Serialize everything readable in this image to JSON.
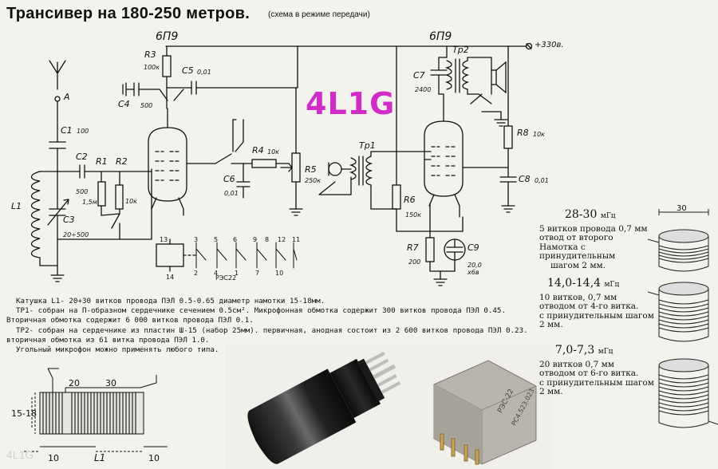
{
  "header": {
    "title": "Трансивер на 180-250 метров.",
    "subtitle": "(схема в режиме передачи)"
  },
  "watermark": "4L1G",
  "corner_mark": "4L1G",
  "schematic": {
    "tube1": "6П9",
    "tube2": "6П9",
    "supply": "+330в.",
    "antenna": "A",
    "C1": "C1",
    "C1_val": "100",
    "C2": "C2",
    "C2_val": "500",
    "C3": "C3",
    "C3_val": "20÷500",
    "L1": "L1",
    "R1": "R1",
    "R1_val": "1,5м",
    "R2": "R2",
    "R2_val": "10к",
    "R3": "R3",
    "R3_val": "100к",
    "C4": "C4",
    "C4_val": "500",
    "C5": "C5",
    "C5_val": "0,01",
    "C6": "C6",
    "C6_val": "0,01",
    "R4": "R4",
    "R4_val": "10к",
    "R5": "R5",
    "R5_val": "250к",
    "Tr1": "Тр1",
    "R6": "R6",
    "R6_val": "150к",
    "R7": "R7",
    "R7_val": "200",
    "C9": "C9",
    "C9_val": "20,0 х6в",
    "C7": "C7",
    "C7_val": "2400",
    "Tr2": "Тр2",
    "R8": "R8",
    "R8_val": "10к",
    "C8": "C8",
    "C8_val": "0,01",
    "relay": "РЭС22",
    "relay_pins_top": [
      "13",
      "3",
      "5",
      "6",
      "9",
      "8",
      "12",
      "11"
    ],
    "relay_pins_bottom": [
      "14",
      "2",
      "4",
      "1",
      "7",
      "10"
    ]
  },
  "notes": [
    "Катушка L1- 20+30 витков провода ПЭЛ 0.5-0.65 диаметр намотки 15-18мм.",
    "ТР1- собран на П-образном сердечнике сечением 0.5см². Микрофонная обмотка содержит 300 витков провода ПЭЛ 0.45.",
    "Вторичная обмотка содержит 6 000 витков провода ПЭЛ 0.1.",
    "ТР2- собран на сердечнике из пластин Ш-15 (набор 25мм). первичная, анодная состоит из 2 600 витков провода ПЭЛ 0.23.",
    "вторичная обмотка из 61 витка провода ПЭЛ 1.0.",
    "Угольный микрофон можно применять любого типа."
  ],
  "coil_drawing": {
    "d": "15-18",
    "w1": "20",
    "w2": "30",
    "e1": "10",
    "e2": "10",
    "name": "L1"
  },
  "coil_diameter": "30",
  "bands": [
    {
      "freq": "28-30",
      "unit": "мГц",
      "lines": [
        "5 витков провода 0,7 мм",
        "отвод от второго",
        "Намотка с принудительным",
        "шагом  2  мм."
      ]
    },
    {
      "freq": "14,0-14,4",
      "unit": "мГц",
      "lines": [
        "10 витков, 0,7 мм",
        "отводом от 4-го витка.",
        "с принудительным шагом",
        "2  мм."
      ]
    },
    {
      "freq": "7,0-7,3",
      "unit": "мГц",
      "lines": [
        "20 витков 0,7 мм",
        "отводом от 6-го витка.",
        "с принудительным шагом",
        "2  мм."
      ]
    }
  ],
  "relay_photo_text": [
    "РЭС-22",
    "РС4.523.023"
  ],
  "colors": {
    "watermark": "#d22cc8",
    "paper": "#f4f2ec",
    "ink": "#111111"
  }
}
